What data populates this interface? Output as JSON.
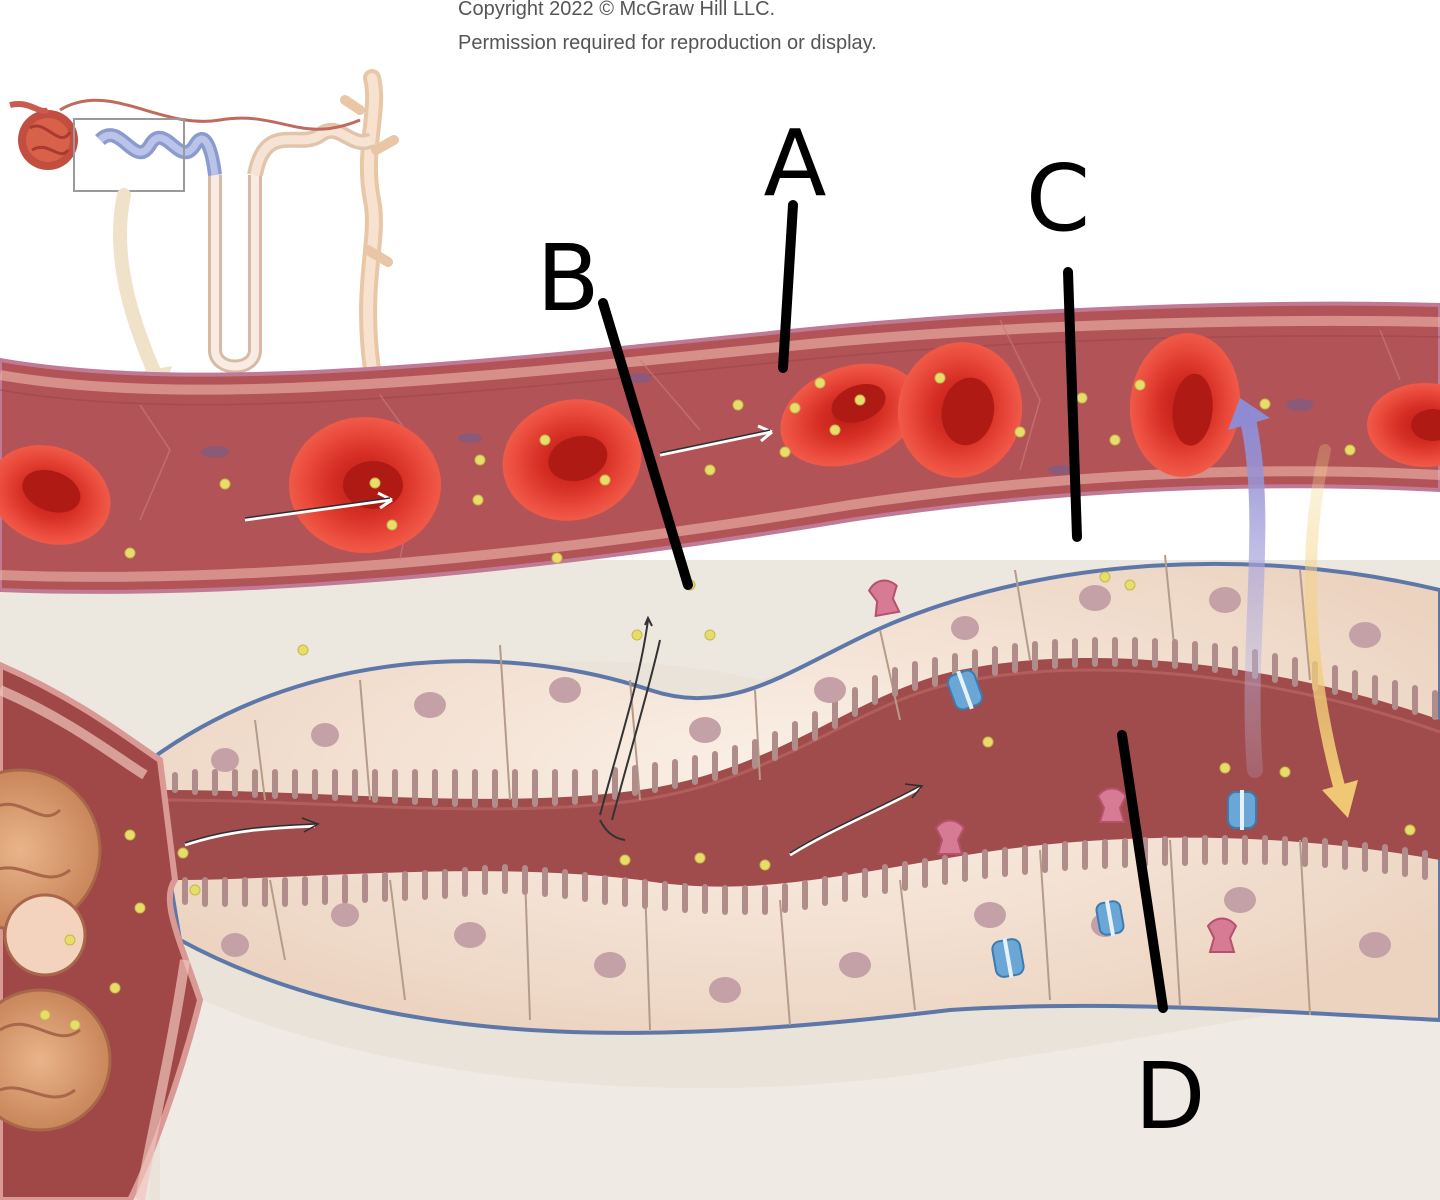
{
  "copyright": {
    "line1": "Copyright 2022 © McGraw Hill LLC.",
    "line2": "Permission required for reproduction or display."
  },
  "labels": {
    "a": "A",
    "b": "B",
    "c": "C",
    "d": "D"
  },
  "colors": {
    "capillary_wall": "#b5565a",
    "capillary_lumen": "#ad5457",
    "red_blood_cell": "#e0372e",
    "interstitial_fluid": "#ebe6dc",
    "tubule_cell": "#f4e2d4",
    "tubule_membrane": "#5d78a8",
    "tubule_lumen": "#9e4b4b",
    "solute_particle": "#e8dc6a",
    "carrier_protein_blue": "#6aa7d6",
    "carrier_protein_pink": "#d77a93",
    "reabsorption_arrow": "#a9a6d8",
    "secretion_arrow": "#f0cf87"
  }
}
